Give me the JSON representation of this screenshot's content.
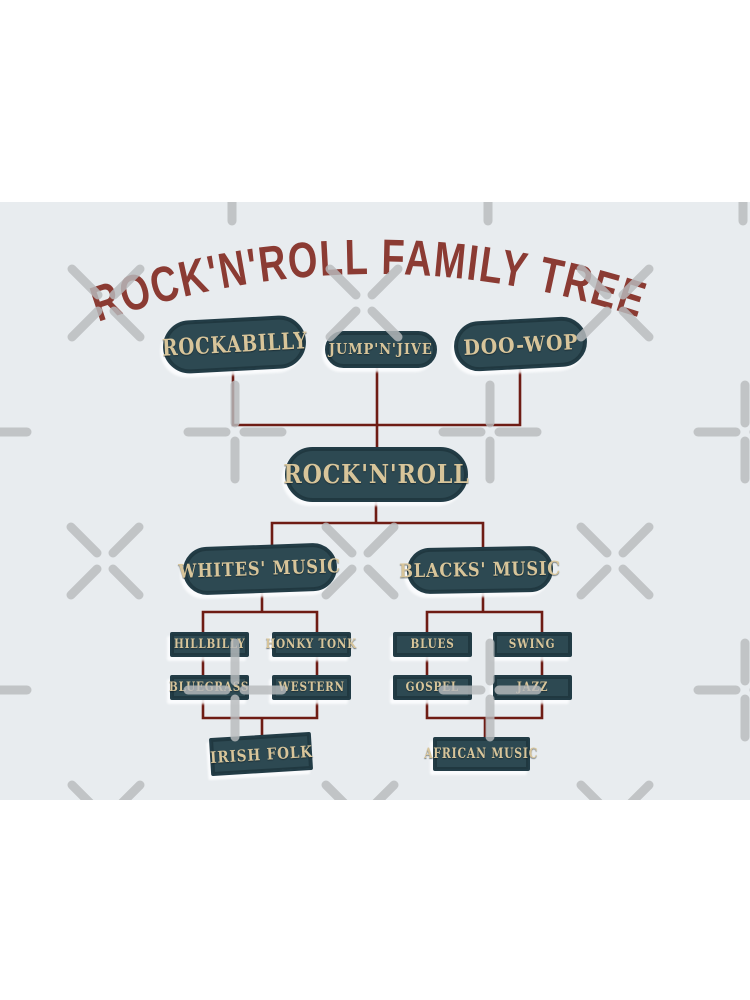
{
  "diagram": {
    "title": "ROCK'N'ROLL FAMILY TREE",
    "top_row": [
      {
        "label": "ROCKABILLY"
      },
      {
        "label": "JUMP'N'JIVE"
      },
      {
        "label": "DOO-WOP"
      }
    ],
    "center": {
      "label": "ROCK'N'ROLL"
    },
    "branch_left": {
      "label": "WHITES' MUSIC",
      "genres": [
        {
          "label": "HILLBILLY"
        },
        {
          "label": "HONKY TONK"
        },
        {
          "label": "BLUEGRASS"
        },
        {
          "label": "WESTERN"
        }
      ],
      "root": {
        "label": "IRISH FOLK"
      }
    },
    "branch_right": {
      "label": "BLACKS' MUSIC",
      "genres": [
        {
          "label": "BLUES"
        },
        {
          "label": "SWING"
        },
        {
          "label": "GOSPEL"
        },
        {
          "label": "JAZZ"
        }
      ],
      "root": {
        "label": "AFRICAN MUSIC"
      }
    },
    "colors": {
      "page_background": "#ffffff",
      "artwork_background": "#e8ecef",
      "node_fill": "#2d4952",
      "node_border": "#223c46",
      "node_text_cream": "#d8c59a",
      "title_red": "#8b3b33",
      "connector_red": "#6e1c14",
      "watermark_gray": "#c2c5c7"
    }
  }
}
